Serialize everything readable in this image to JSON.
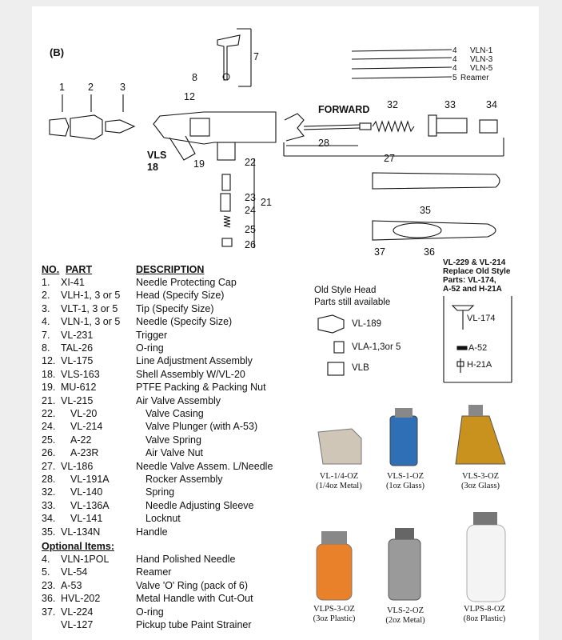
{
  "section_label": "(B)",
  "diagram": {
    "forward_label": "FORWARD",
    "vls_label_1": "VLS",
    "vls_label_2": "18",
    "callouts": [
      "1",
      "2",
      "3",
      "7",
      "8",
      "12",
      "19",
      "22",
      "23",
      "24",
      "25",
      "26",
      "21",
      "27",
      "28",
      "32",
      "33",
      "34",
      "35",
      "36",
      "37"
    ],
    "needles": [
      {
        "num": "4",
        "name": "VLN-1"
      },
      {
        "num": "4",
        "name": "VLN-3"
      },
      {
        "num": "4",
        "name": "VLN-5"
      },
      {
        "num": "5",
        "name": "Reamer"
      }
    ]
  },
  "parts_table": {
    "header": {
      "no": "NO.",
      "part": "PART",
      "desc": "DESCRIPTION"
    },
    "rows": [
      {
        "no": "1.",
        "part": "XI-41",
        "desc": "Needle Protecting Cap"
      },
      {
        "no": "2.",
        "part": "VLH-1, 3 or 5",
        "desc": "Head (Specify Size)"
      },
      {
        "no": "3.",
        "part": "VLT-1, 3 or 5",
        "desc": "Tip (Specify Size)"
      },
      {
        "no": "4.",
        "part": "VLN-1, 3 or 5",
        "desc": "Needle (Specify Size)"
      },
      {
        "no": "7.",
        "part": "VL-231",
        "desc": "Trigger"
      },
      {
        "no": "8.",
        "part": "TAL-26",
        "desc": "O-ring"
      },
      {
        "no": "12.",
        "part": "VL-175",
        "desc": "Line Adjustment Assembly"
      },
      {
        "no": "18.",
        "part": "VLS-163",
        "desc": "Shell Assembly W/VL-20"
      },
      {
        "no": "19.",
        "part": "MU-612",
        "desc": "PTFE Packing & Packing Nut"
      },
      {
        "no": "21.",
        "part": "VL-215",
        "desc": "Air Valve Assembly"
      },
      {
        "no": "22.",
        "part": "VL-20",
        "desc": "Valve Casing",
        "indent": true
      },
      {
        "no": "24.",
        "part": "VL-214",
        "desc": "Valve Plunger (with A-53)",
        "indent": true
      },
      {
        "no": "25.",
        "part": "A-22",
        "desc": "Valve Spring",
        "indent": true
      },
      {
        "no": "26.",
        "part": "A-23R",
        "desc": "Air Valve Nut",
        "indent": true
      },
      {
        "no": "27.",
        "part": "VL-186",
        "desc": "Needle Valve Assem. L/Needle"
      },
      {
        "no": "28.",
        "part": "VL-191A",
        "desc": "Rocker Assembly",
        "indent": true
      },
      {
        "no": "32.",
        "part": "VL-140",
        "desc": "Spring",
        "indent": true
      },
      {
        "no": "33.",
        "part": "VL-136A",
        "desc": "Needle Adjusting Sleeve",
        "indent": true
      },
      {
        "no": "34.",
        "part": "VL-141",
        "desc": "Locknut",
        "indent": true
      },
      {
        "no": "35.",
        "part": "VL-134N",
        "desc": "Handle"
      }
    ],
    "optional_heading": "Optional Items:",
    "optional_rows": [
      {
        "no": "4.",
        "part": "VLN-1POL",
        "desc": "Hand Polished Needle"
      },
      {
        "no": "5.",
        "part": "VL-54",
        "desc": "Reamer"
      },
      {
        "no": "23.",
        "part": "A-53",
        "desc": "Valve 'O' Ring (pack of 6)"
      },
      {
        "no": "36.",
        "part": "HVL-202",
        "desc": "Metal Handle with Cut-Out"
      },
      {
        "no": "37.",
        "part": "VL-224",
        "desc": "O-ring"
      },
      {
        "no": "",
        "part": "VL-127",
        "desc": "Pickup tube Paint Strainer"
      }
    ]
  },
  "old_style": {
    "title_1": "Old Style Head",
    "title_2": "Parts still available",
    "items": [
      "VL-189",
      "VLA-1,3or 5",
      "VLB"
    ]
  },
  "replace_note": {
    "line1": "VL-229 & VL-214",
    "line2": "Replace Old Style",
    "line3": "Parts: VL-174,",
    "line4": "A-52 and H-21A",
    "items": [
      "VL-174",
      "A-52",
      "H-21A"
    ]
  },
  "bottles": [
    {
      "code": "VL-1/4-OZ",
      "desc": "(1/4oz Metal)",
      "color": "#cfc6b8"
    },
    {
      "code": "VLS-1-OZ",
      "desc": "(1oz Glass)",
      "color": "#2f6fb6"
    },
    {
      "code": "VLS-3-OZ",
      "desc": "(3oz Glass)",
      "color": "#c9921e"
    },
    {
      "code": "VLPS-3-OZ",
      "desc": "(3oz Plastic)",
      "color": "#e9812a"
    },
    {
      "code": "VLS-2-OZ",
      "desc": "(2oz Metal)",
      "color": "#9a9a9a"
    },
    {
      "code": "VLPS-8-OZ",
      "desc": "(8oz Plastic)",
      "color": "#f2f2f2"
    }
  ]
}
